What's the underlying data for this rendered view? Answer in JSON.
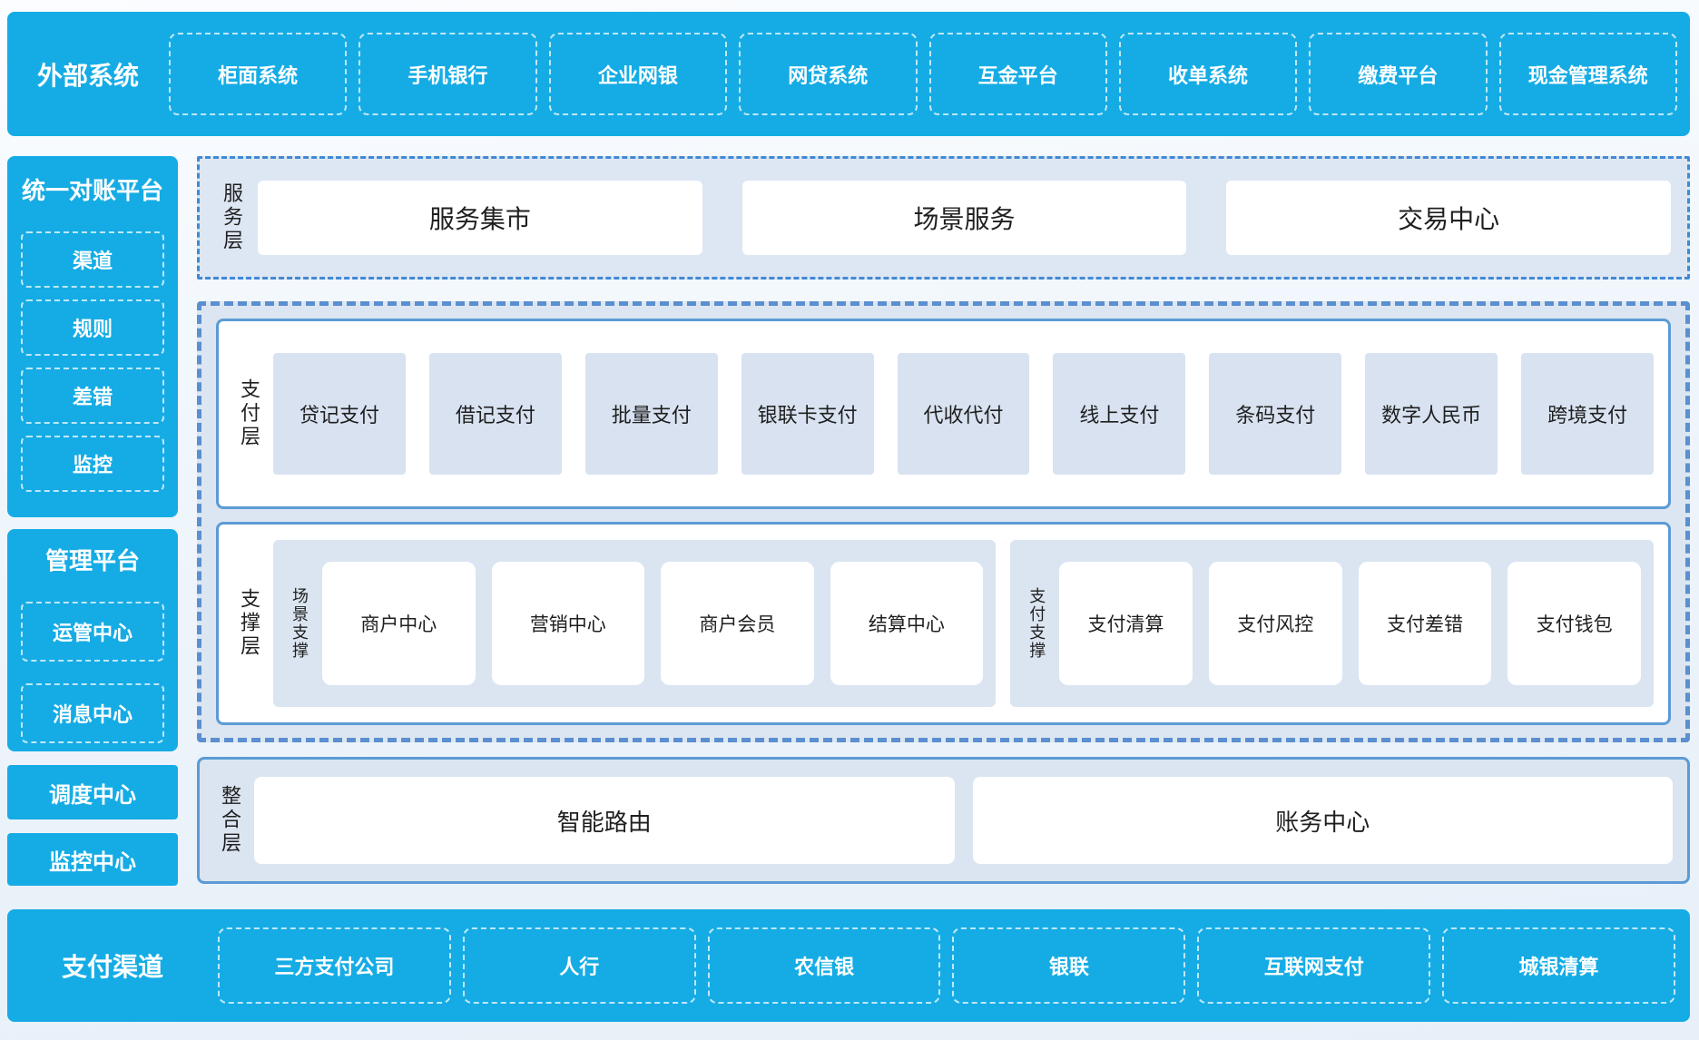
{
  "colors": {
    "cyan": "#15ace5",
    "panel_blue": "#dbe5f1",
    "item_blue": "#d8e2f0",
    "solid_border_blue": "#5b9bd5",
    "dashed_border_blue": "#5b8fcf",
    "dashdot_border_blue": "#4289d4",
    "text_dark": "#1f1f1f",
    "text_white": "#ffffff"
  },
  "top_bar": {
    "label": "外部系统",
    "items": [
      "柜面系统",
      "手机银行",
      "企业网银",
      "网贷系统",
      "互金平台",
      "收单系统",
      "缴费平台",
      "现金管理系统"
    ]
  },
  "left_column": {
    "blocks": [
      {
        "title": "统一对账平台",
        "items": [
          "渠道",
          "规则",
          "差错",
          "监控"
        ]
      },
      {
        "title": "管理平台",
        "items": [
          "运管中心",
          "消息中心"
        ]
      },
      {
        "title": "调度中心"
      },
      {
        "title": "监控中心"
      }
    ]
  },
  "layers": {
    "service": {
      "label": "服务层",
      "items": [
        "服务集市",
        "场景服务",
        "交易中心"
      ]
    },
    "payment": {
      "label": "支付层",
      "items": [
        "贷记支付",
        "借记支付",
        "批量支付",
        "银联卡支付",
        "代收代付",
        "线上支付",
        "条码支付",
        "数字人民币",
        "跨境支付"
      ]
    },
    "support": {
      "label": "支撑层",
      "groups": [
        {
          "label": "场景支撑",
          "items": [
            "商户中心",
            "营销中心",
            "商户会员",
            "结算中心"
          ]
        },
        {
          "label": "支付支撑",
          "items": [
            "支付清算",
            "支付风控",
            "支付差错",
            "支付钱包"
          ]
        }
      ]
    },
    "integration": {
      "label": "整合层",
      "items": [
        "智能路由",
        "账务中心"
      ]
    }
  },
  "bottom_bar": {
    "label": "支付渠道",
    "items": [
      "三方支付公司",
      "人行",
      "农信银",
      "银联",
      "互联网支付",
      "城银清算"
    ]
  }
}
